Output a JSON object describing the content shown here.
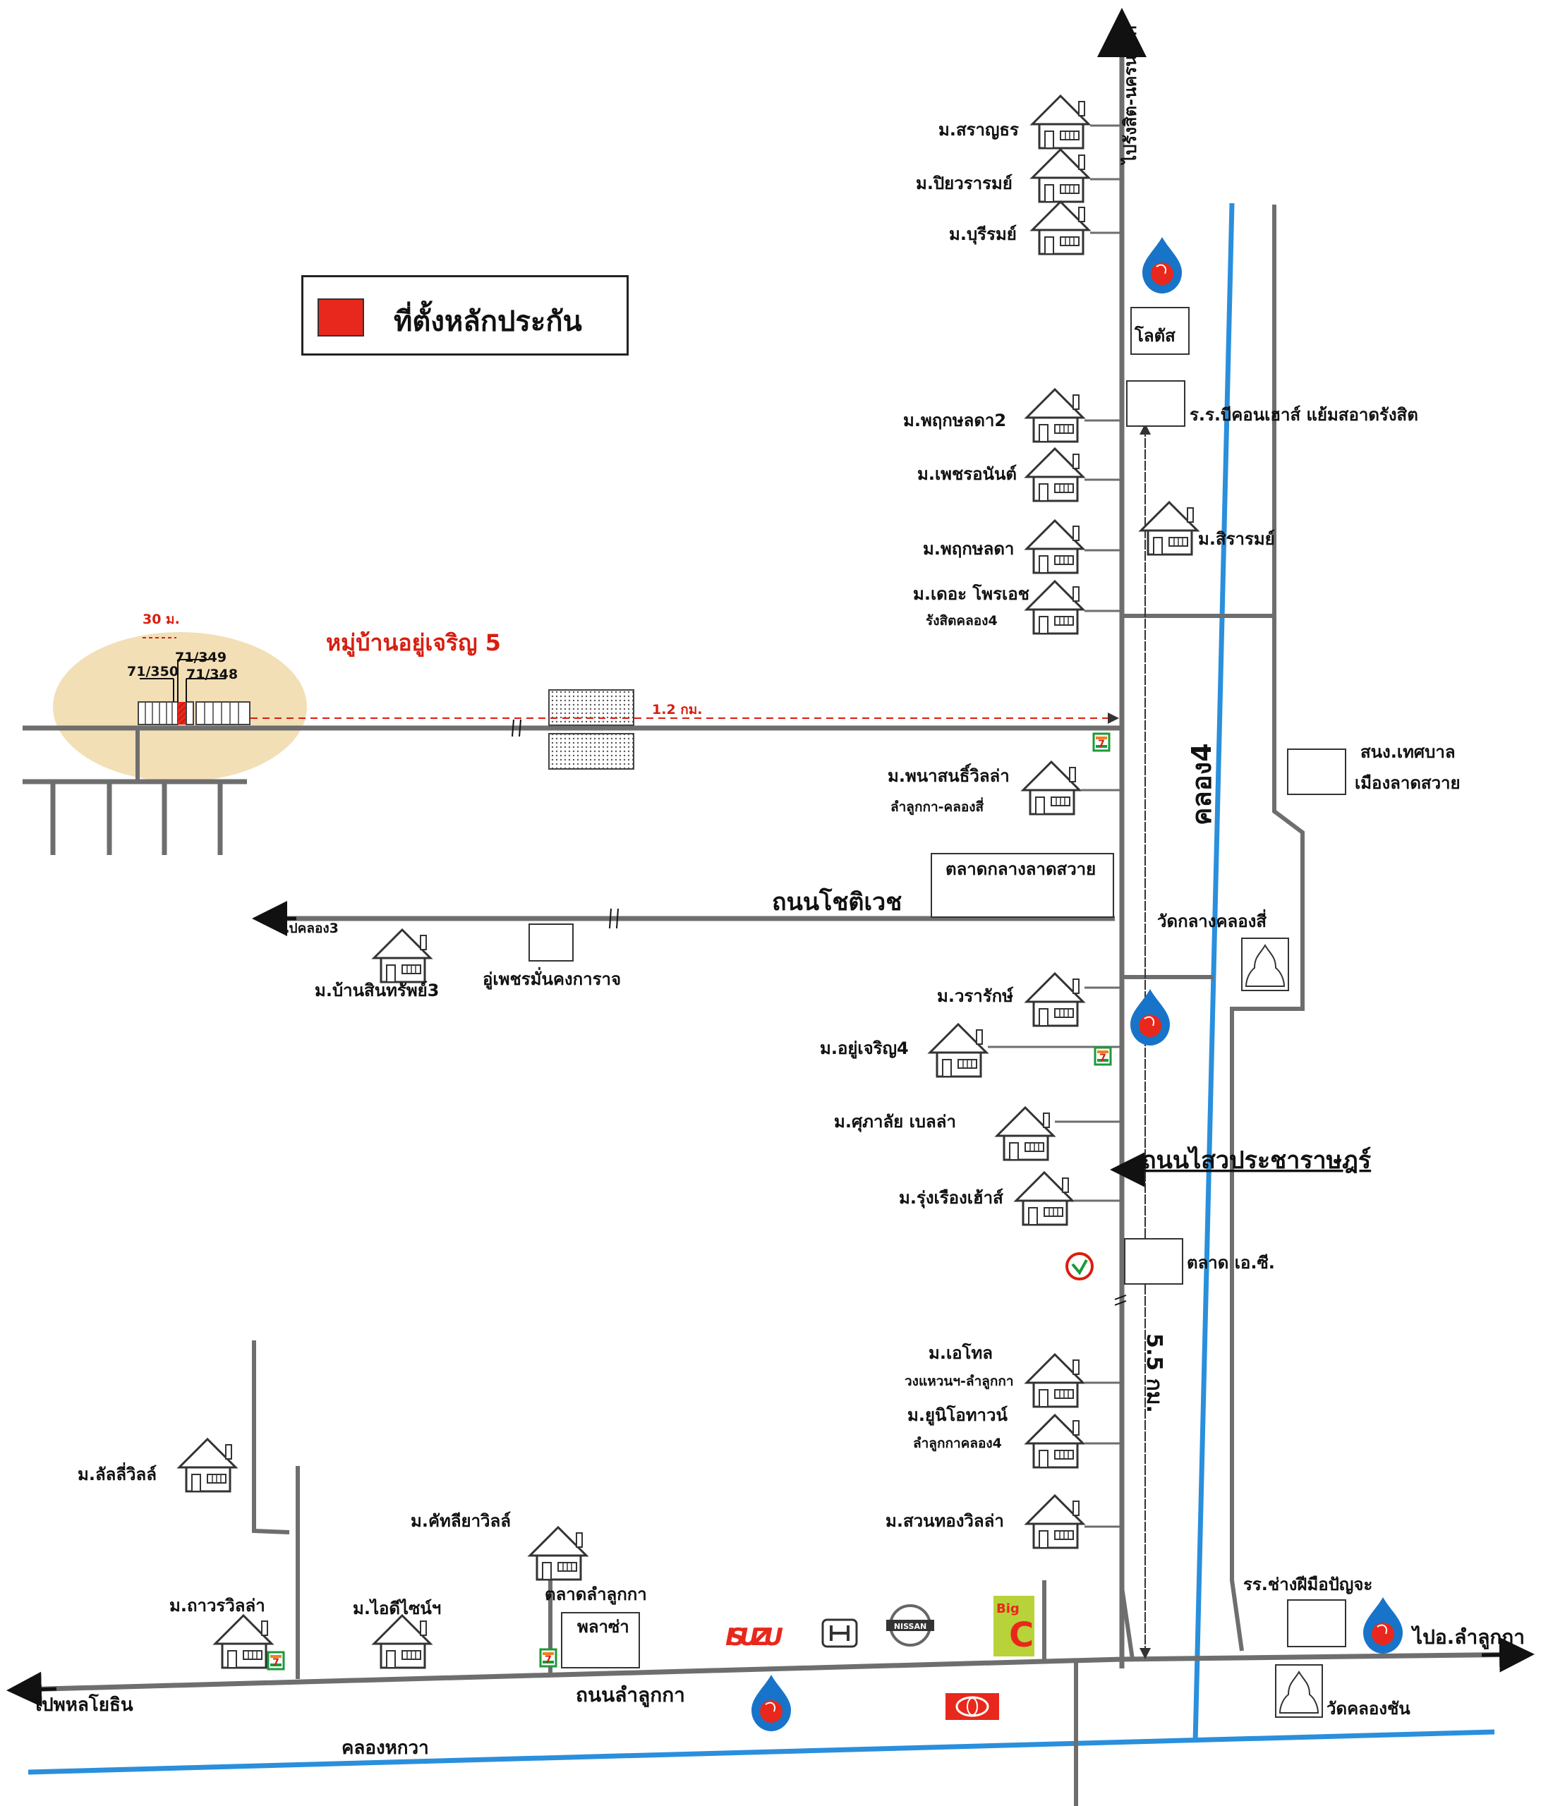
{
  "legend": {
    "label": "ที่ตั้งหลักประกัน",
    "color": "#e8281c"
  },
  "roads": {
    "main_north": "ไปรังสิต-นครนายก",
    "chotiwet": "ถนนโชติเวช",
    "chotiwet_end": "ไปคลอง3",
    "sai_prachharat": "ถนนไสวประชาราษฎร์",
    "lamlukka": "ถนนลำลูกกา",
    "to_phahon": "ไปพหลโยธิน",
    "to_lamlukka": "ไปอ.ลำลูกกา"
  },
  "canals": {
    "khlong4": "คลอง4",
    "khlong_hok_wa": "คลองหกวา"
  },
  "site": {
    "village": "หมู่บ้านอยู่เจริญ 5",
    "width_label": "30 ม.",
    "lots": [
      "71/350",
      "71/349",
      "71/348"
    ],
    "distance_to_main": "1.2 กม.",
    "distance_main_road": "5.5 กม."
  },
  "villages": {
    "saranthorn": "ม.สราญธร",
    "piyawarom": "ม.ปิยวรารมย์",
    "buriram": "ม.บุรีรมย์",
    "pruksa2": "ม.พฤกษลดา2",
    "petchananta": "ม.เพชรอนันต์",
    "siraram": "ม.สิรารมย์",
    "pruksa": "ม.พฤกษลดา",
    "the_private_1": "ม.เดอะ โพรเอช",
    "the_private_2": "รังสิตคลอง4",
    "panason_1": "ม.พนาสนธิ์วิลล่า",
    "panason_2": "ลำลูกกา-คลองสี่",
    "baan_sinsap3": "ม.บ้านสินทรัพย์3",
    "wararak": "ม.วรารักษ์",
    "yucharoen4": "ม.อยู่เจริญ4",
    "supalai": "ม.ศุภาลัย เบลล่า",
    "rungrueang": "ม.รุ่งเรืองเฮ้าส์",
    "athol_1": "ม.เอโทล",
    "athol_2": "วงแหวนฯ-ลำลูกกา",
    "unio_1": "ม.ยูนิโอทาวน์",
    "unio_2": "ลำลูกกาคลอง4",
    "suanthong": "ม.สวนทองวิลล่า",
    "lily": "ม.ลัลลี่วิลล์",
    "kattaliya": "ม.คัทลียาวิลล์",
    "thawara": "ม.ถาวรวิลล่า",
    "idesign": "ม.ไอดีไซน์ฯ"
  },
  "places": {
    "lotus": "โลตัส",
    "school": "ร.ร.บีคอนเฮาส์ แย้มสอาดรังสิต",
    "municipal_1": "สนง.เทศบาล",
    "municipal_2": "เมืองลาดสวาย",
    "talad_klang": "ตลาดกลางลาดสวาย",
    "wat_klang": "วัดกลางคลองสี่",
    "yupetch": "อู่เพชรมั่นคงการาจ",
    "talad_ac": "ตลาด เอ.ซี.",
    "tech_school": "รร.ช่างฝีมือปัญจะ",
    "talad_lamlukka": "ตลาดลำลูกกา",
    "plaza": "พลาซ่า",
    "wat_khlong_chan": "วัดคลองชัน"
  },
  "brands": {
    "isuzu": "ISUZU",
    "nissan": "NISSAN",
    "bigc_top": "Big",
    "bigc_letter": "C",
    "seven": "7"
  },
  "colors": {
    "road": "#6e6e6e",
    "canal": "#2a8fdc",
    "site": "#e8281c",
    "halo": "#f3dfb6",
    "ptt": "#1874c8"
  }
}
